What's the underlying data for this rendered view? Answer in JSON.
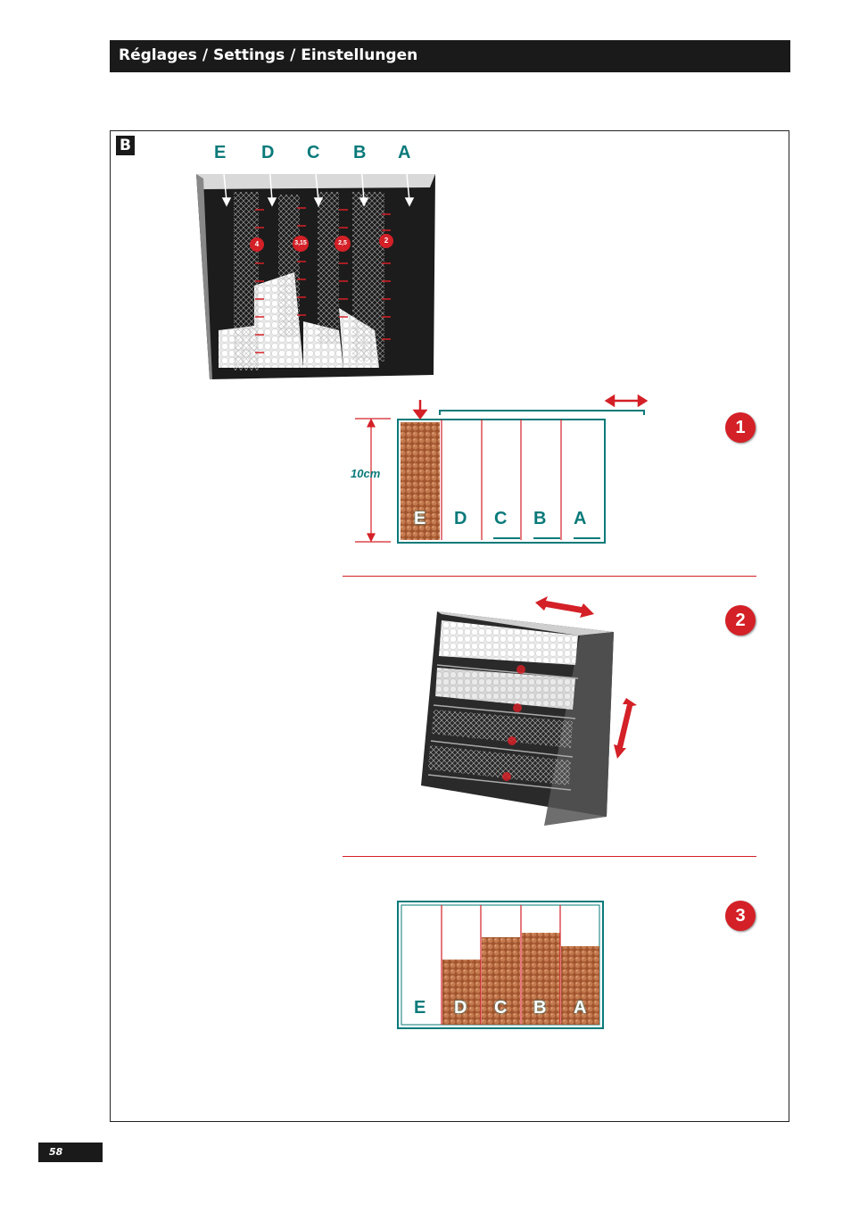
{
  "header": {
    "title": "Réglages / Settings / Einstellungen"
  },
  "section": {
    "label": "B"
  },
  "photo_top": {
    "columns": [
      "E",
      "D",
      "C",
      "B",
      "A"
    ],
    "mesh_badges": [
      "4",
      "3,15",
      "2,5",
      "2"
    ]
  },
  "step1": {
    "number": "1",
    "dimension": "10cm",
    "columns": [
      "E",
      "D",
      "C",
      "B",
      "A"
    ]
  },
  "step2": {
    "number": "2"
  },
  "step3": {
    "number": "3",
    "columns": [
      "E",
      "D",
      "C",
      "B",
      "A"
    ]
  },
  "page": {
    "number": "58"
  },
  "colors": {
    "accent_red": "#d42027",
    "teal": "#0a7a7a",
    "header_bg": "#1a1a1a"
  }
}
